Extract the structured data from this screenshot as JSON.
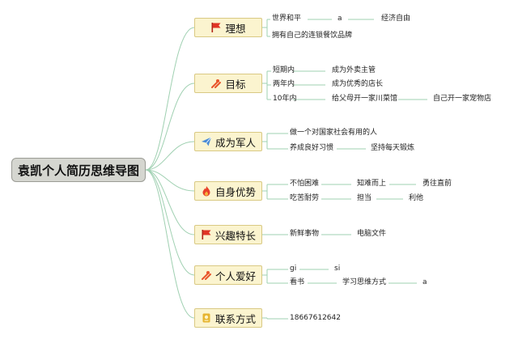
{
  "root": {
    "title": "袁凯个人简历思维导图"
  },
  "branches": [
    {
      "id": "ideal",
      "label": "理想",
      "icon": "red-flag-icon",
      "leaves": [
        {
          "text": "世界和平",
          "children": [
            {
              "text": "a",
              "children": [
                {
                  "text": "经济自由"
                }
              ]
            }
          ]
        },
        {
          "text": "拥有自己的连锁餐饮品牌"
        }
      ]
    },
    {
      "id": "goal",
      "label": "目标",
      "icon": "tools-icon",
      "leaves": [
        {
          "text": "短期内",
          "children": [
            {
              "text": "成为外卖主管"
            }
          ]
        },
        {
          "text": "两年内",
          "children": [
            {
              "text": "成为优秀的店长"
            }
          ]
        },
        {
          "text": "10年内",
          "children": [
            {
              "text": "给父母开一家川菜馆",
              "children": [
                {
                  "text": "自己开一家宠物店"
                }
              ]
            }
          ]
        }
      ]
    },
    {
      "id": "soldier",
      "label": "成为军人",
      "icon": "paper-plane-icon",
      "leaves": [
        {
          "text": "做一个对国家社会有用的人"
        },
        {
          "text": "养成良好习惯",
          "children": [
            {
              "text": "坚持每天锻炼"
            }
          ]
        }
      ]
    },
    {
      "id": "strengths",
      "label": "自身优势",
      "icon": "fire-icon",
      "leaves": [
        {
          "text": "不怕困难",
          "children": [
            {
              "text": "知难而上",
              "children": [
                {
                  "text": "勇往直前"
                }
              ]
            }
          ]
        },
        {
          "text": "吃苦耐劳",
          "children": [
            {
              "text": "担当",
              "children": [
                {
                  "text": "利他"
                }
              ]
            }
          ]
        }
      ]
    },
    {
      "id": "interests",
      "label": "兴趣特长",
      "icon": "red-flag-icon",
      "leaves": [
        {
          "text": "新鲜事物",
          "children": [
            {
              "text": "电脑文件"
            }
          ]
        }
      ]
    },
    {
      "id": "hobbies",
      "label": "个人爱好",
      "icon": "tools-icon",
      "leaves": [
        {
          "text": "gi",
          "children": [
            {
              "text": "si"
            }
          ]
        },
        {
          "text": "看书",
          "children": [
            {
              "text": "学习思维方式",
              "children": [
                {
                  "text": "a"
                }
              ]
            }
          ]
        }
      ]
    },
    {
      "id": "contact",
      "label": "联系方式",
      "icon": "badge-icon",
      "leaves": [
        {
          "text": "18667612642"
        }
      ]
    }
  ],
  "colors": {
    "connector": "#9fd0b1",
    "branch_fill": "#fbf4cf",
    "branch_border": "#d9c983",
    "root_fill": "#d5d6d0",
    "flag": "#e03424",
    "tools": "#e8542a",
    "plane": "#4a8bd6",
    "fire": "#e8402a",
    "badge": "#e6b42e"
  }
}
